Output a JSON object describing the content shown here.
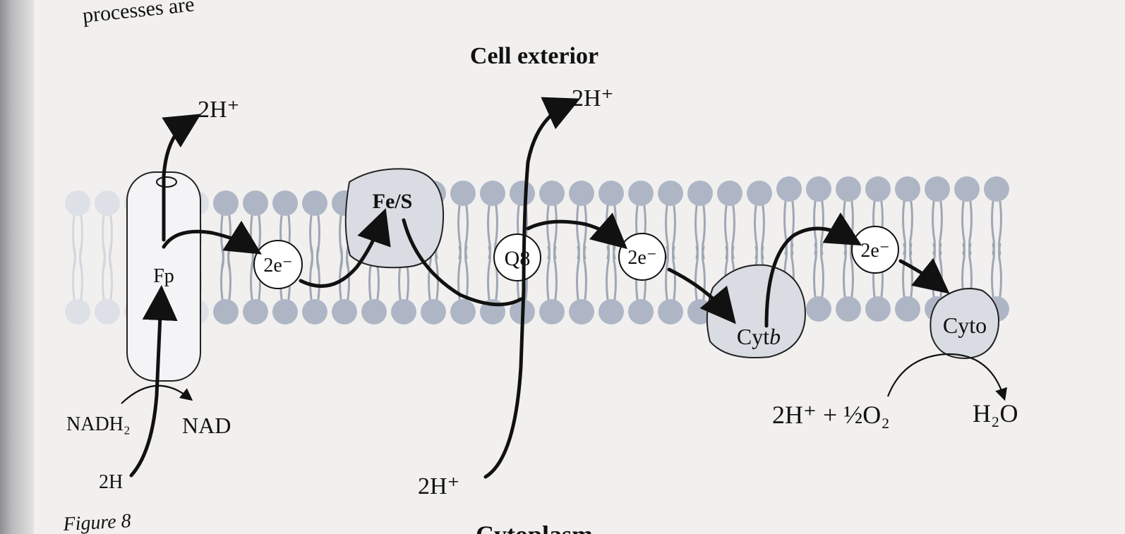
{
  "header_fragment": "processes are",
  "regions": {
    "exterior": "Cell exterior",
    "cytoplasm_fragment": "Cytoplasm"
  },
  "figure_label_fragment": "Figure 8",
  "components": {
    "fp": "Fp",
    "fes": "Fe/S",
    "q8": "Q8",
    "cytb_prefix": "Cyt",
    "cytb_suffix": "b",
    "cyto": "Cyto"
  },
  "carriers": [
    "2e⁻",
    "2e⁻",
    "2e⁻"
  ],
  "protons": {
    "fp_out": "2H⁺",
    "q8_out": "2H⁺",
    "q8_in": "2H⁺",
    "nadh_in": "2H"
  },
  "reactions": {
    "nadh": "NADH₂",
    "nad": "NAD",
    "oxygen_substrate": "2H⁺ + ½O₂",
    "water": "H₂O"
  },
  "colors": {
    "membrane_heads": "#aeb6c6",
    "protein_fill": "#d9dce2",
    "ink": "#111111"
  }
}
